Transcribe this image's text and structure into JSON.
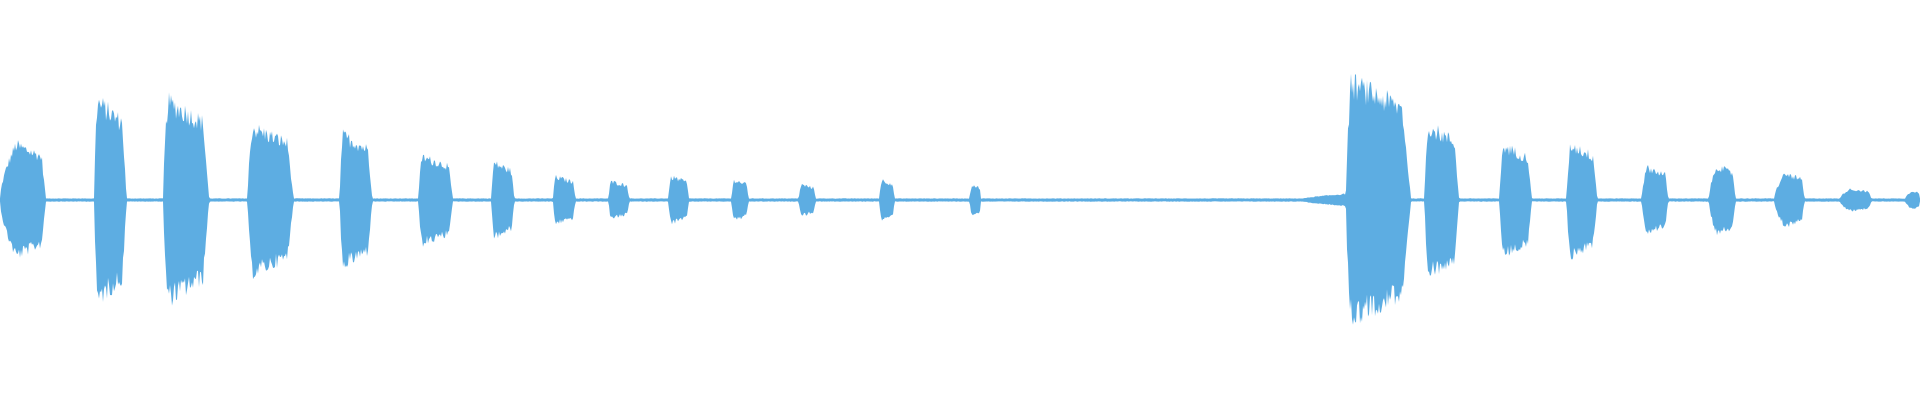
{
  "waveform": {
    "color": "#5DADE2",
    "background": "#FFFFFF",
    "baseline_amplitude": 0.01,
    "bursts": [
      {
        "start": 0.0,
        "end": 0.024,
        "peak": 0.36,
        "attack": 0.35
      },
      {
        "start": 0.049,
        "end": 0.066,
        "peak": 0.64,
        "attack": 0.1
      },
      {
        "start": 0.085,
        "end": 0.109,
        "peak": 0.64,
        "attack": 0.1
      },
      {
        "start": 0.129,
        "end": 0.153,
        "peak": 0.47,
        "attack": 0.1
      },
      {
        "start": 0.177,
        "end": 0.194,
        "peak": 0.42,
        "attack": 0.08
      },
      {
        "start": 0.218,
        "end": 0.236,
        "peak": 0.28,
        "attack": 0.1
      },
      {
        "start": 0.256,
        "end": 0.268,
        "peak": 0.24,
        "attack": 0.1
      },
      {
        "start": 0.288,
        "end": 0.3,
        "peak": 0.15,
        "attack": 0.1
      },
      {
        "start": 0.317,
        "end": 0.328,
        "peak": 0.12,
        "attack": 0.1
      },
      {
        "start": 0.348,
        "end": 0.359,
        "peak": 0.15,
        "attack": 0.15
      },
      {
        "start": 0.381,
        "end": 0.39,
        "peak": 0.13,
        "attack": 0.15
      },
      {
        "start": 0.416,
        "end": 0.425,
        "peak": 0.1,
        "attack": 0.15
      },
      {
        "start": 0.458,
        "end": 0.466,
        "peak": 0.13,
        "attack": 0.15
      },
      {
        "start": 0.505,
        "end": 0.511,
        "peak": 0.1,
        "attack": 0.2
      },
      {
        "start": 0.676,
        "end": 0.708,
        "peak": 0.04,
        "attack": 0.8
      },
      {
        "start": 0.701,
        "end": 0.735,
        "peak": 0.76,
        "attack": 0.08
      },
      {
        "start": 0.742,
        "end": 0.76,
        "peak": 0.48,
        "attack": 0.1
      },
      {
        "start": 0.781,
        "end": 0.798,
        "peak": 0.35,
        "attack": 0.12
      },
      {
        "start": 0.816,
        "end": 0.832,
        "peak": 0.36,
        "attack": 0.12
      },
      {
        "start": 0.855,
        "end": 0.869,
        "peak": 0.21,
        "attack": 0.2
      },
      {
        "start": 0.89,
        "end": 0.904,
        "peak": 0.22,
        "attack": 0.3
      },
      {
        "start": 0.924,
        "end": 0.94,
        "peak": 0.17,
        "attack": 0.35
      },
      {
        "start": 0.958,
        "end": 0.975,
        "peak": 0.07,
        "attack": 0.3
      },
      {
        "start": 0.992,
        "end": 1.0,
        "peak": 0.06,
        "attack": 0.5
      }
    ]
  }
}
